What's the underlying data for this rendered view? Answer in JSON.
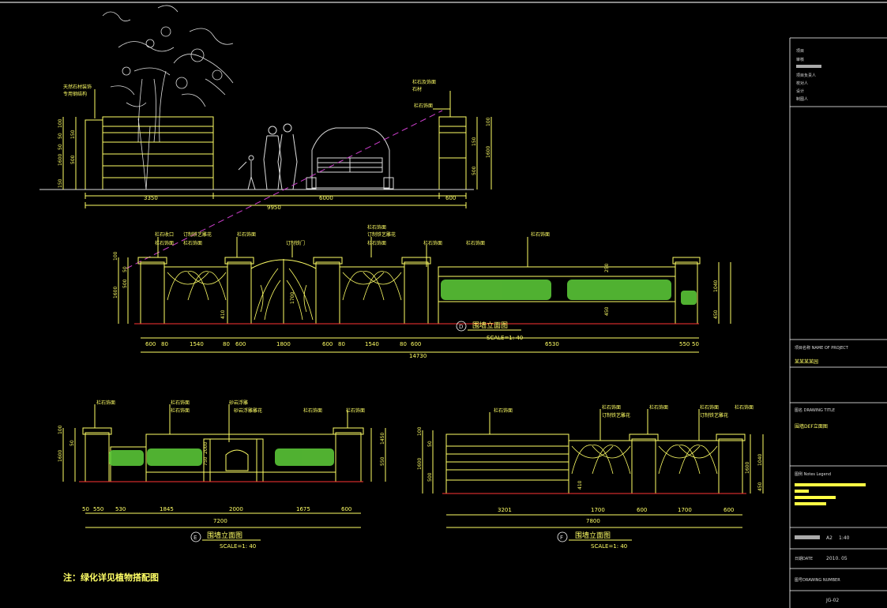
{
  "annotations": {
    "elev_top": {
      "label_a": "天然石材装饰",
      "label_b": "专用钢结构",
      "label_c": "栏石及饰面",
      "label_d": "栏石饰面",
      "label_e": "石材",
      "dims_h": [
        "3350",
        "6000",
        "600"
      ],
      "total": "9950",
      "dims_v": [
        "100",
        "50",
        "150",
        "50",
        "500",
        "1600",
        "150"
      ]
    },
    "elev_d": {
      "labels": [
        "栏石收口",
        "栏石饰面",
        "订制铁艺雕花",
        "栏石饰面",
        "栏石饰面",
        "订制铁门",
        "栏石饰面",
        "订制铁艺雕花",
        "栏石饰面",
        "栏石饰面",
        "栏石饰面",
        "栏石饰面"
      ],
      "dims_h": [
        "600",
        "80",
        "1540",
        "80",
        "600",
        "1800",
        "600",
        "80",
        "1540",
        "80",
        "600",
        "6530",
        "550",
        "50"
      ],
      "total": "14730",
      "marker": "D",
      "title": "围墙立面图",
      "scale": "SCALE=1: 40",
      "dims_v": [
        "100",
        "50",
        "500",
        "1600",
        "410",
        "1040",
        "450",
        "1700",
        "250",
        "450"
      ]
    },
    "elev_e": {
      "labels": [
        "栏石饰面",
        "栏石饰面",
        "栏石饰面",
        "砂岩浮雕",
        "砂岩浮雕雕花",
        "栏石饰面",
        "栏石饰面"
      ],
      "dims_h": [
        "50",
        "550",
        "530",
        "1845",
        "2000",
        "1675",
        "600"
      ],
      "total": "7200",
      "marker": "E",
      "title": "围墙立面图",
      "scale": "SCALE=1: 40",
      "dims_v": [
        "100",
        "50",
        "1600",
        "2000",
        "750",
        "550",
        "1450"
      ]
    },
    "elev_f": {
      "labels": [
        "栏石饰面",
        "栏石饰面",
        "订制铁艺雕花",
        "栏石饰面",
        "栏石饰面",
        "订制铁艺雕花",
        "栏石饰面"
      ],
      "dims_h": [
        "3201",
        "1700",
        "600",
        "1700",
        "600"
      ],
      "total": "7800",
      "marker": "F",
      "title": "围墙立面图",
      "scale": "SCALE=1: 40",
      "dims_v": [
        "100",
        "50",
        "1600",
        "500",
        "410",
        "1040",
        "1600",
        "450"
      ]
    },
    "note": "注：绿化详见植物搭配图"
  },
  "title_block": {
    "header_rows": [
      "项目",
      "审核",
      "项目负责人",
      "校对人",
      "设计",
      "制图人"
    ],
    "project_label": "项目名称 NAME OF PROJECT",
    "project_value": "某某某某园",
    "drawing_label": "图名 DRAWING TITLE",
    "drawing_value": "围墙DEF立面图",
    "legend_label": "图例 Notes Legend",
    "scale_label": "A2",
    "scale_value": "1:40",
    "date_label": "日期DATE",
    "date_value": "2010. 05",
    "number_label": "图号DRAWING NUMBER",
    "number_value": "JG-02"
  },
  "colors": {
    "background": "#000000",
    "line": "#ffff66",
    "outline": "#ffffff",
    "hedge": "#5fd03a",
    "ground": "#ff3333",
    "dash": "#d040d0"
  }
}
